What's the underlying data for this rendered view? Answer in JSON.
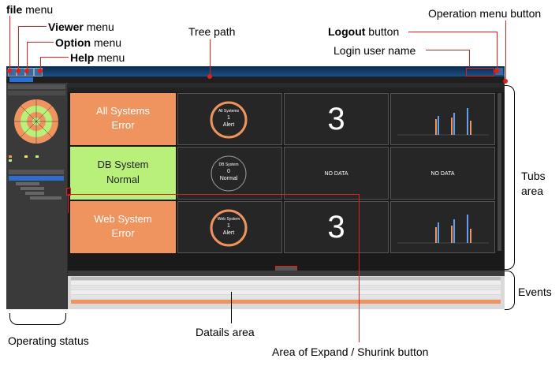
{
  "callouts": {
    "file_bold": "file",
    "file_rest": " menu",
    "viewer_bold": "Viewer",
    "viewer_rest": " menu",
    "option_bold": "Option",
    "option_rest": " menu",
    "help_bold": "Help",
    "help_rest": " menu",
    "tree_path": "Tree path",
    "logout_bold": "Logout",
    "logout_rest": " button",
    "login_user": "Login user name",
    "operation_menu": "Operation menu button",
    "tabs_area_1": "Tubs",
    "tabs_area_2": "area",
    "events": "Events",
    "details_area": "Datails area",
    "expand_shrink": "Area of Expand / Shurink button",
    "operating_status": "Operating status"
  },
  "app": {
    "tiles": [
      {
        "title": "Node view",
        "name": "All Systems",
        "status": "Error",
        "color": "#f0945f",
        "alert_name": "All Systems",
        "alert_count": "1",
        "alert_word": "Alert",
        "ring": "#f0945f",
        "value": "3"
      },
      {
        "title": "Node view",
        "name": "DB System",
        "status": "Normal",
        "color": "#b8f07a",
        "alert_name": "DB System",
        "alert_count": "0",
        "alert_word": "Normal",
        "ring": "#999999",
        "value": "NO DATA"
      },
      {
        "title": "Node view",
        "name": "Web System",
        "status": "Error",
        "color": "#f0945f",
        "alert_name": "Web System",
        "alert_count": "1",
        "alert_word": "Alert",
        "ring": "#f0945f",
        "value": "3"
      }
    ],
    "trend_no_data": "NO DATA"
  }
}
